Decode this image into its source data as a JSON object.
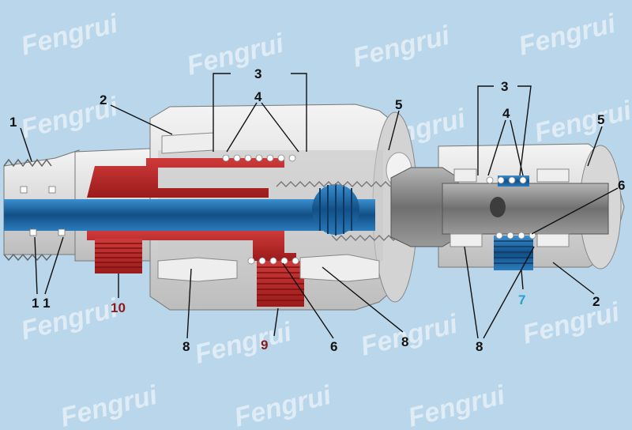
{
  "watermark": {
    "text": "Fengrui"
  },
  "colors": {
    "background": "#b9d6ea",
    "housing": "#e4e4e4",
    "steel": "#8a8a8a",
    "hydraulic_red": "#b22222",
    "coolant_blue": "#1f6fb0",
    "label_dark": "#111111",
    "label_red": "#8b1a1a",
    "label_blue": "#2a9fd0"
  },
  "labels": {
    "l1": "1",
    "l2_left": "2",
    "l2_right": "2",
    "l3_left": "3",
    "l3_right": "3",
    "l4_left": "4",
    "l4_right": "4",
    "l5_left": "5",
    "l5_right": "5",
    "l6_lower": "6",
    "l6_right": "6",
    "l7": "7",
    "l8_left": "8",
    "l8_mid": "8",
    "l8_right": "8",
    "l9": "9",
    "l10": "10",
    "l11": "1 1"
  }
}
